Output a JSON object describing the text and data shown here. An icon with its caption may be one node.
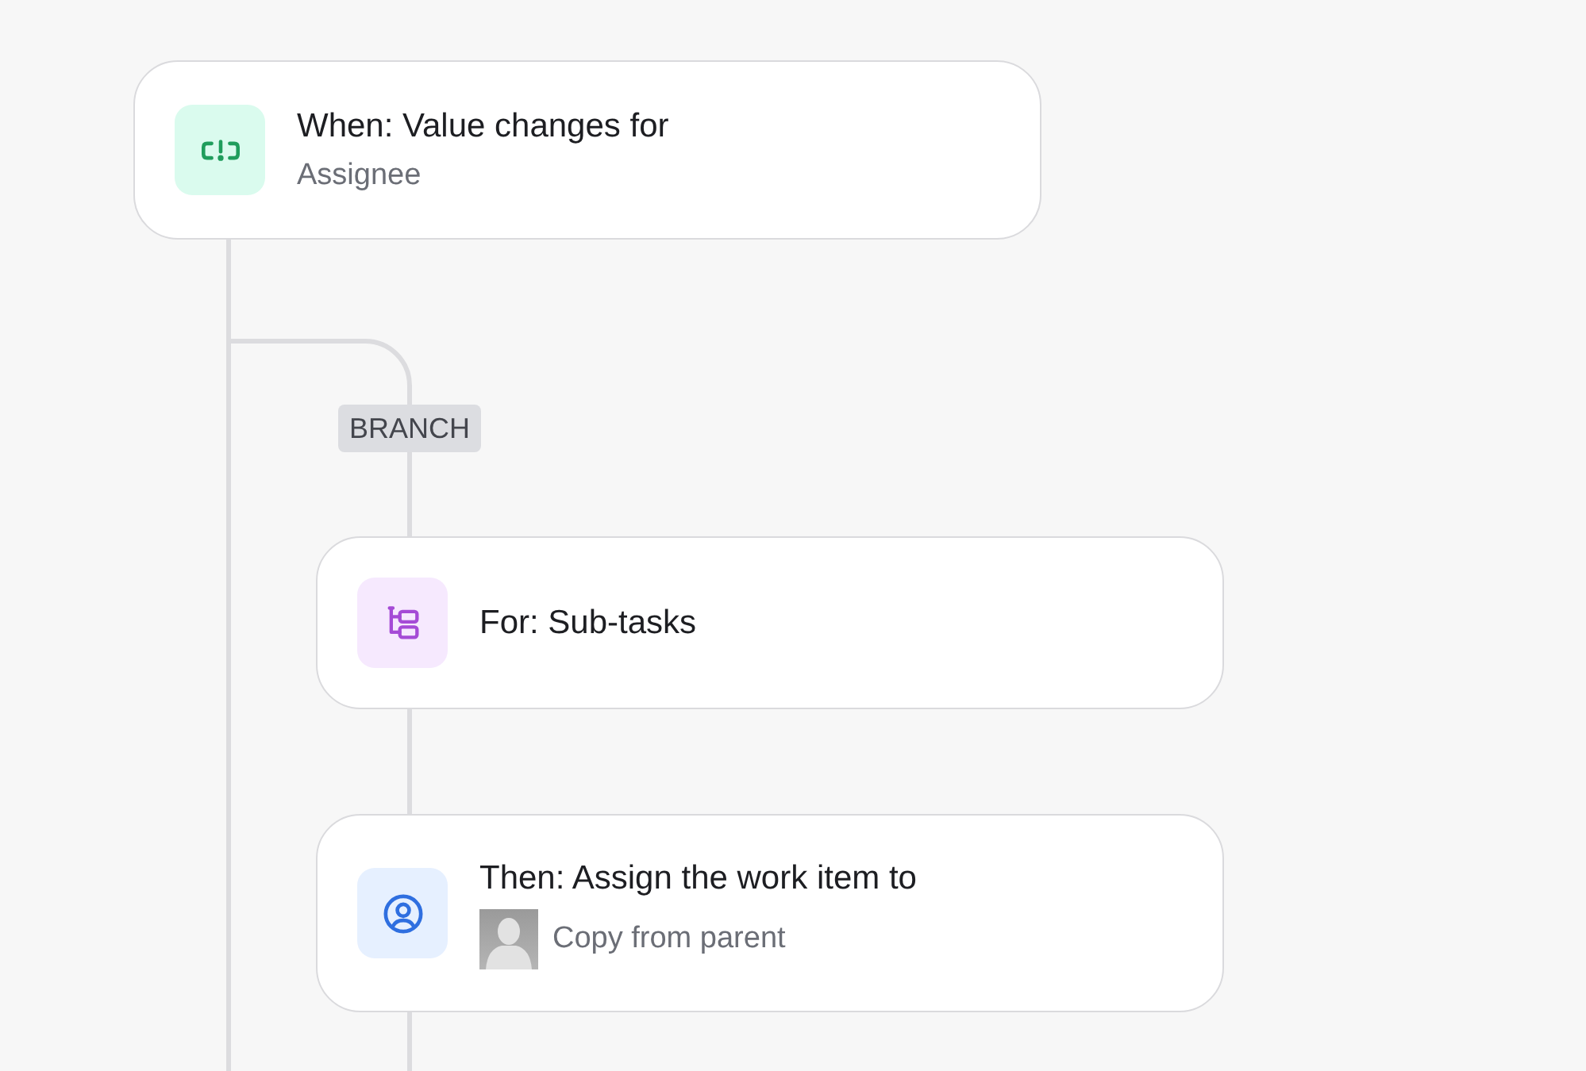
{
  "diagram": {
    "nodes": [
      {
        "text": [
          "When: Value changes for",
          "Assignee"
        ]
      },
      {
        "text": [
          "For: Sub-tasks"
        ]
      },
      {
        "text": [
          "Then: Assign the work item to",
          "Copy from parent"
        ]
      }
    ],
    "edges": [
      {
        "from": 0,
        "to": 1,
        "arrow": "none",
        "label": "BRANCH"
      },
      {
        "from": 1,
        "to": 2,
        "arrow": "none"
      },
      {
        "from": 0,
        "to": null,
        "arrow": "none"
      },
      {
        "from": 2,
        "to": null,
        "arrow": "none"
      }
    ]
  }
}
